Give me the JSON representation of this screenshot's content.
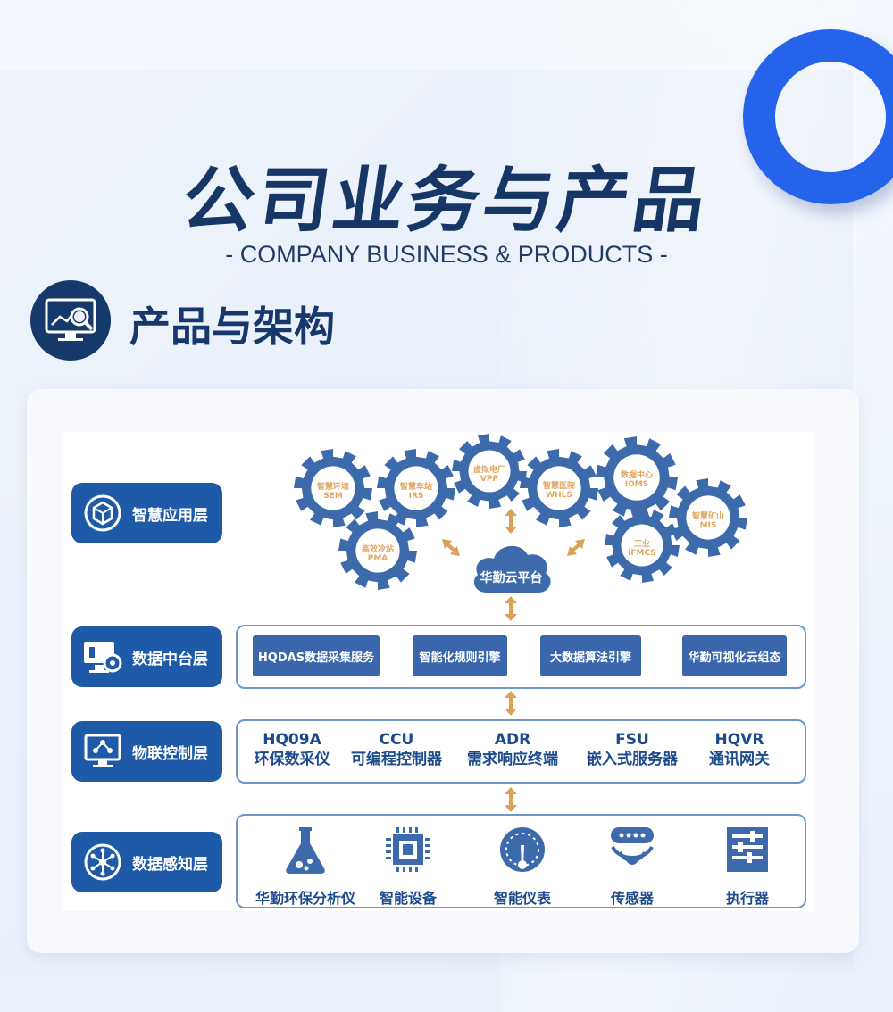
{
  "header": {
    "title": "公司业务与产品",
    "subtitle": "- COMPANY BUSINESS & PRODUCTS -"
  },
  "section": {
    "title": "产品与架构",
    "icon": "monitor-analytics-icon"
  },
  "layers": [
    {
      "label": "智慧应用层",
      "icon": "cube-icon"
    },
    {
      "label": "数据中台层",
      "icon": "monitor-gear-icon"
    },
    {
      "label": "物联控制层",
      "icon": "monitor-network-icon"
    },
    {
      "label": "数据感知层",
      "icon": "hub-icon"
    }
  ],
  "applications": [
    {
      "name": "智慧环境",
      "code": "SEM"
    },
    {
      "name": "智慧车站",
      "code": "IRS"
    },
    {
      "name": "虚拟电厂",
      "code": "VPP"
    },
    {
      "name": "智慧医院",
      "code": "WHLS"
    },
    {
      "name": "数据中心",
      "code": "IOMS"
    },
    {
      "name": "高效冷站",
      "code": "PMA"
    },
    {
      "name": "工业",
      "code": "iFMCS"
    },
    {
      "name": "智慧矿山",
      "code": "MIS"
    }
  ],
  "cloud": {
    "label": "华勤云平台"
  },
  "services": [
    "HQDAS数据采集服务",
    "智能化规则引擎",
    "大数据算法引擎",
    "华勤可视化云组态"
  ],
  "controls": [
    {
      "code": "HQ09A",
      "name": "环保数采仪"
    },
    {
      "code": "CCU",
      "name": "可编程控制器"
    },
    {
      "code": "ADR",
      "name": "需求响应终端"
    },
    {
      "code": "FSU",
      "name": "嵌入式服务器"
    },
    {
      "code": "HQVR",
      "name": "通讯网关"
    }
  ],
  "sensing": [
    {
      "label": "华勤环保分析仪",
      "icon": "flask-icon"
    },
    {
      "label": "智能设备",
      "icon": "chip-icon"
    },
    {
      "label": "智能仪表",
      "icon": "gauge-icon"
    },
    {
      "label": "传感器",
      "icon": "sensor-icon"
    },
    {
      "label": "执行器",
      "icon": "actuator-icon"
    }
  ],
  "colors": {
    "ring": "#2563eb",
    "title": "#163666",
    "layer": "#1e5aa8",
    "gear": "#3d6aab",
    "gear_text": "#e0a760",
    "arrow": "#d9a15a",
    "box_border": "#6e96c9"
  }
}
